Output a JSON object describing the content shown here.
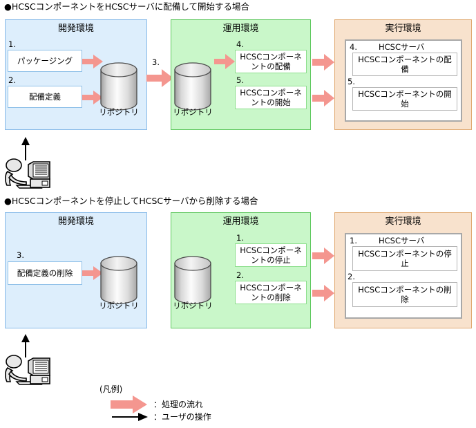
{
  "sections": [
    {
      "heading": "●HCSCコンポーネントをHCSCサーバに配備して開始する場合",
      "dev": {
        "title": "開発環境",
        "steps": [
          {
            "num": "1.",
            "label": "パッケージング"
          },
          {
            "num": "2.",
            "label": "配備定義"
          }
        ],
        "repository_label": "リポジトリ"
      },
      "transfer_step": "3.",
      "ops": {
        "title": "運用環境",
        "repository_label": "リポジトリ",
        "steps": [
          {
            "num": "4.",
            "label": "HCSCコンポーネントの配備"
          },
          {
            "num": "5.",
            "label": "HCSCコンポーネントの開始"
          }
        ]
      },
      "run": {
        "title": "実行環境",
        "server_num": "4.",
        "server_label": "HCSCサーバ",
        "steps": [
          {
            "num": "4.",
            "label": "HCSCコンポーネントの配備"
          },
          {
            "num": "5.",
            "label": "HCSCコンポーネントの開始"
          }
        ]
      }
    },
    {
      "heading": "●HCSCコンポーネントを停止してHCSCサーバから削除する場合",
      "dev": {
        "title": "開発環境",
        "steps": [
          {
            "num": "3.",
            "label": "配備定義の削除"
          }
        ],
        "repository_label": "リポジトリ"
      },
      "ops": {
        "title": "運用環境",
        "repository_label": "リポジトリ",
        "steps": [
          {
            "num": "1.",
            "label": "HCSCコンポーネントの停止"
          },
          {
            "num": "2.",
            "label": "HCSCコンポーネントの削除"
          }
        ]
      },
      "run": {
        "title": "実行環境",
        "server_num": "1.",
        "server_label": "HCSCサーバ",
        "steps": [
          {
            "num": "1.",
            "label": "HCSCコンポーネントの停止"
          },
          {
            "num": "2.",
            "label": "HCSCコンポーネントの削除"
          }
        ]
      }
    }
  ],
  "legend": {
    "title": "(凡例)",
    "process_flow": "：処理の流れ",
    "user_operation": "：ユーザの操作"
  },
  "colors": {
    "dev_fill": "#ddeefc",
    "dev_border": "#86b9e8",
    "ops_fill": "#c9f7c9",
    "ops_border": "#5cc75c",
    "run_fill": "#f8e2cd",
    "run_border": "#e0a971",
    "arrow_pink": "#f4968f",
    "server_border": "#a8a8a8"
  }
}
